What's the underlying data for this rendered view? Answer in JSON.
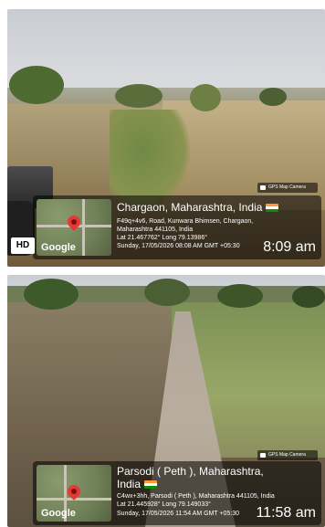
{
  "photo1": {
    "gps_camera_label": "GPS Map Camera",
    "hd_badge": "HD",
    "map_label": "Google",
    "location_title": "Chargaon, Maharashtra, India",
    "address_line1": "F49q+4v6, Road, Kunwara Bhimsen, Chargaon,",
    "address_line2": "Maharashtra 441105, India",
    "coordinates": "Lat 21.467762° Long 79.13986°",
    "datetime": "Sunday, 17/05/2026 08:08 AM GMT +05:30",
    "time": "8:09 am"
  },
  "photo2": {
    "gps_camera_label": "GPS Map Camera",
    "map_label": "Google",
    "location_title_line1": "Parsodi ( Peth ), Maharashtra,",
    "location_title_line2": "India",
    "address_line1": "C4wx+3hh, Parsodi ( Peth ), Maharashtra 441105, India",
    "coordinates": "Lat 21.445928° Long 79.149033°",
    "datetime": "Sunday, 17/05/2026 11:54 AM GMT +05:30",
    "time": "11:58 am"
  },
  "colors": {
    "overlay": "#000000",
    "flag_saffron": "#ff9933",
    "flag_green": "#138808",
    "pin": "#e53935"
  }
}
